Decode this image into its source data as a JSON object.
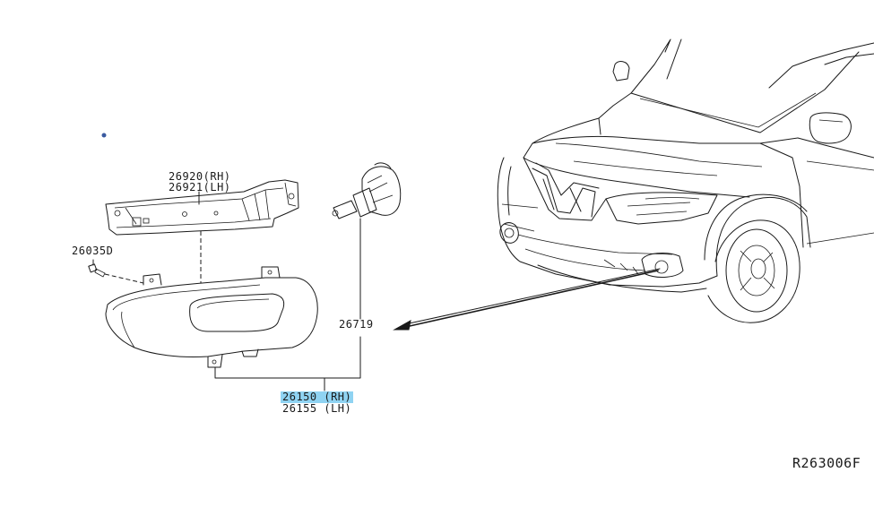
{
  "labels": {
    "bracket_rh": "26920(RH)",
    "bracket_lh": "26921(LH)",
    "screw": "26035D",
    "bulb": "26719",
    "lamp_rh": "26150 (RH)",
    "lamp_lh": "26155 (LH)"
  },
  "reference": "R263006F",
  "colors": {
    "line": "#1a1a1a",
    "highlight": "#8fd3f2",
    "dot": "#3a5aa0"
  }
}
